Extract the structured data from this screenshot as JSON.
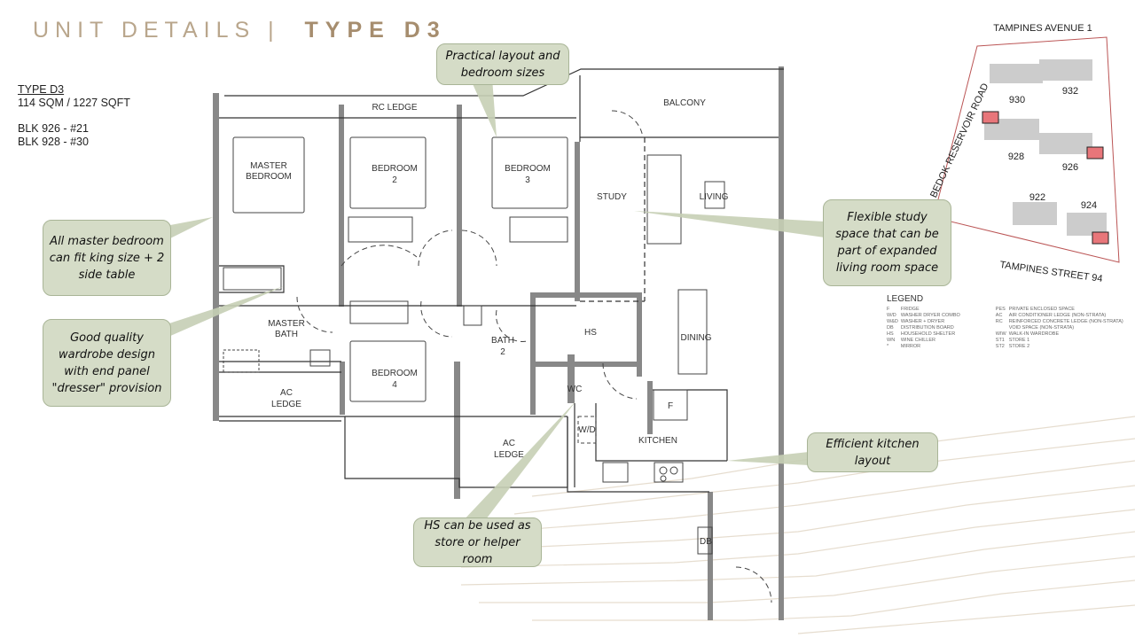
{
  "header": {
    "title_light": "UNIT DETAILS  |",
    "title_bold": "TYPE D3"
  },
  "unit": {
    "type": "TYPE D3",
    "area": "114 SQM / 1227 SQFT",
    "blocks": [
      "BLK 926 - #21",
      "BLK 928 - #30"
    ]
  },
  "rooms": {
    "rc_ledge": "RC LEDGE",
    "balcony": "BALCONY",
    "master_bedroom": [
      "MASTER",
      "BEDROOM"
    ],
    "bedroom2": [
      "BEDROOM",
      "2"
    ],
    "bedroom3": [
      "BEDROOM",
      "3"
    ],
    "study": "STUDY",
    "living": "LIVING",
    "master_bath": [
      "MASTER",
      "BATH"
    ],
    "bedroom4": [
      "BEDROOM",
      "4"
    ],
    "bath2": [
      "BATH",
      "2"
    ],
    "hs": "HS",
    "dining": "DINING",
    "wc": "WC",
    "fridge": "F",
    "wd": "W/D",
    "kitchen": "KITCHEN",
    "ac_ledge_left": [
      "AC",
      "LEDGE"
    ],
    "ac_ledge_bottom": [
      "AC",
      "LEDGE"
    ],
    "db": "DB"
  },
  "callouts": {
    "practical": "Practical layout and bedroom sizes",
    "master": "All master bedroom can fit king size + 2 side table",
    "wardrobe": "Good quality wardrobe design with end panel \"dresser\" provision",
    "study": "Flexible study space that can be part of expanded living room space",
    "kitchen": "Efficient kitchen layout",
    "hs": "HS can be used as store or helper room"
  },
  "site_map": {
    "roads": {
      "top": "TAMPINES AVENUE 1",
      "left": "BEDOK RESERVOIR ROAD",
      "bottom": "TAMPINES STREET 94"
    },
    "blocks": [
      "930",
      "932",
      "928",
      "926",
      "922",
      "924"
    ],
    "highlight_color": "#e8767a"
  },
  "legend": {
    "title": "LEGEND",
    "items": [
      [
        "F",
        "FRIDGE"
      ],
      [
        "W/D",
        "WASHER DRYER COMBO"
      ],
      [
        "W&D",
        "WASHER + DRYER"
      ],
      [
        "DB",
        "DISTRIBUTION BOARD"
      ],
      [
        "HS",
        "HOUSEHOLD SHELTER"
      ],
      [
        "WN",
        "WINE CHILLER"
      ],
      [
        "*",
        "MIRROR"
      ],
      [
        "PES",
        "PRIVATE ENCLOSED SPACE"
      ],
      [
        "AC",
        "AIR CONDITIONER LEDGE (NON-STRATA)"
      ],
      [
        "RC",
        "REINFORCED CONCRETE LEDGE (NON-STRATA)"
      ],
      [
        "",
        "VOID SPACE (NON-STRATA)"
      ],
      [
        "WIW",
        "WALK-IN WARDROBE"
      ],
      [
        "ST1",
        "STORE 1"
      ],
      [
        "ST2",
        "STORE 2"
      ]
    ]
  }
}
